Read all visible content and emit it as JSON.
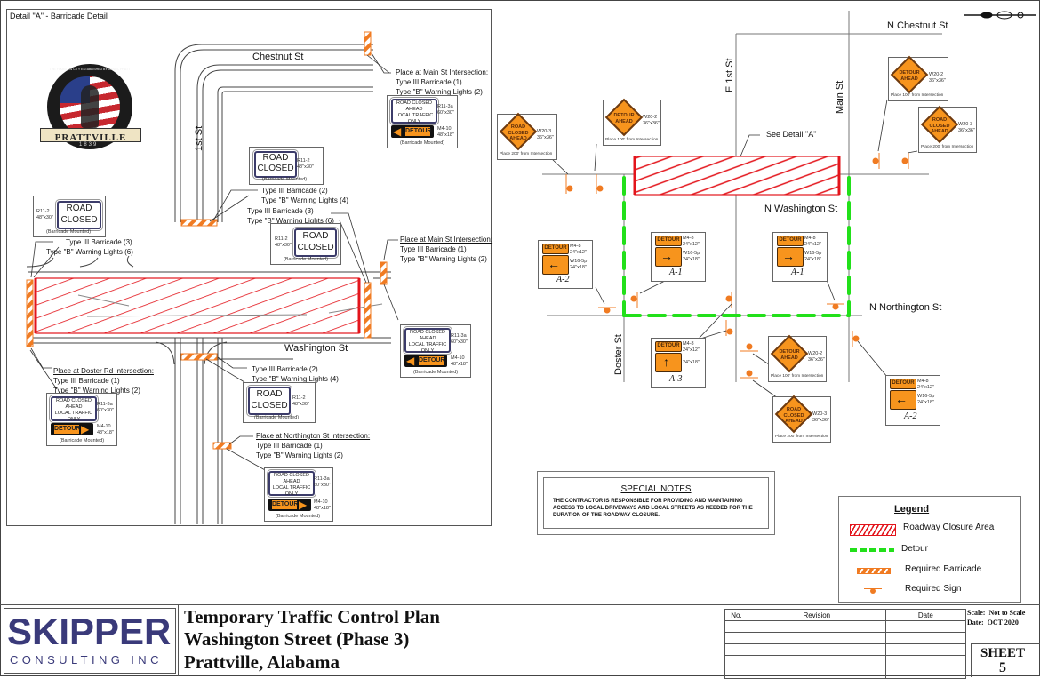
{
  "detail": {
    "title": "Detail \"A\" - Barricade Detail",
    "logo": {
      "ring_text": "THE FOUNTAIN CITY ESTABLISHED BY DANIEL PRATT",
      "name": "PRATTVILLE",
      "year": "1839"
    },
    "streets": {
      "chestnut": "Chestnut St",
      "first": "1st St",
      "washington": "Washington St"
    },
    "callouts": [
      {
        "heading": "Place at Main St Intersection:",
        "line1": "Type III Barricade (1)",
        "line2": "Type \"B\" Warning Lights (2)"
      },
      {
        "heading": "",
        "line1": "Type III Barricade (2)",
        "line2": "Type \"B\" Warning Lights (4)"
      },
      {
        "heading": "",
        "line1": "Type III Barricade (3)",
        "line2": "Type \"B\" Warning Lights (6)"
      },
      {
        "heading": "",
        "line1": "Type III Barricade (3)",
        "line2": "Type \"B\" Warning Lights (6)"
      },
      {
        "heading": "Place at Main St Intersection:",
        "line1": "Type III Barricade (1)",
        "line2": "Type \"B\" Warning Lights (2)"
      },
      {
        "heading": "Place at Doster Rd Intersection:",
        "line1": "Type III Barricade (1)",
        "line2": "Type \"B\" Warning Lights (2)"
      },
      {
        "heading": "",
        "line1": "Type III Barricade (2)",
        "line2": "Type \"B\" Warning Lights (4)"
      },
      {
        "heading": "Place at Northington St Intersection:",
        "line1": "Type III Barricade (1)",
        "line2": "Type \"B\" Warning Lights (2)"
      }
    ],
    "signs": {
      "road_closed_l1": "ROAD",
      "road_closed_l2": "CLOSED",
      "road_closed_code": "R11-2",
      "road_closed_size": "48\"x30\"",
      "rca_l1": "ROAD CLOSED",
      "rca_l2": "AHEAD",
      "rca_l3": "LOCAL TRAFFIC ONLY",
      "rca_code": "R11-3a",
      "rca_size": "60\"x30\"",
      "detour": "DETOUR",
      "detour_code": "M4-10",
      "detour_size": "48\"x18\"",
      "mounted": "(Barricade Mounted)"
    }
  },
  "overview": {
    "streets": {
      "n_chestnut": "N Chestnut St",
      "e_first": "E 1st St",
      "main": "Main St",
      "n_washington": "N Washington St",
      "n_northington": "N Northington St",
      "doster": "Doster St"
    },
    "see_detail": "See Detail \"A\"",
    "diamonds": {
      "road_closed_ahead": [
        "ROAD",
        "CLOSED",
        "AHEAD"
      ],
      "detour_ahead": [
        "DETOUR",
        "AHEAD"
      ],
      "w20_3": "W20-3",
      "w20_2": "W20-2",
      "size": "36\"x36\"",
      "place_200": "Place 200' from Intersection",
      "place_100": "Place 100' from Intersection"
    },
    "m4": {
      "detour": "DETOUR",
      "m4_8": "M4-8",
      "m4_8_size": "24\"x12\"",
      "w16_5p": "W16-5p",
      "w16_5p_size": "24\"x18\"",
      "a1": "A-1",
      "a2": "A-2",
      "a3": "A-3"
    },
    "special_notes": {
      "title": "SPECIAL NOTES",
      "body": "THE CONTRACTOR IS RESPONSIBLE FOR PROVIDING AND MAINTAINING ACCESS TO LOCAL DRIVEWAYS AND LOCAL STREETS AS NEEDED FOR THE DURATION OF THE ROADWAY CLOSURE."
    },
    "legend": {
      "title": "Legend",
      "items": [
        "Roadway Closure Area",
        "Detour",
        "Required Barricade",
        "Required Sign"
      ]
    }
  },
  "title_block": {
    "company": "SKIPPER",
    "company_sub": "CONSULTING INC",
    "line1": "Temporary Traffic Control Plan",
    "line2": "Washington Street (Phase 3)",
    "line3": "Prattville, Alabama",
    "rev_headers": [
      "No.",
      "Revision",
      "Date"
    ],
    "scale_label": "Scale:",
    "scale_value": "Not to Scale",
    "date_label": "Date:",
    "date_value": "OCT 2020",
    "sheet_label": "SHEET",
    "sheet_no": "5"
  },
  "colors": {
    "closure": "#e3141b",
    "detour": "#22e01a",
    "barricade": "#f07b22",
    "sign": "#f7941d",
    "brand": "#3a3a7a"
  }
}
